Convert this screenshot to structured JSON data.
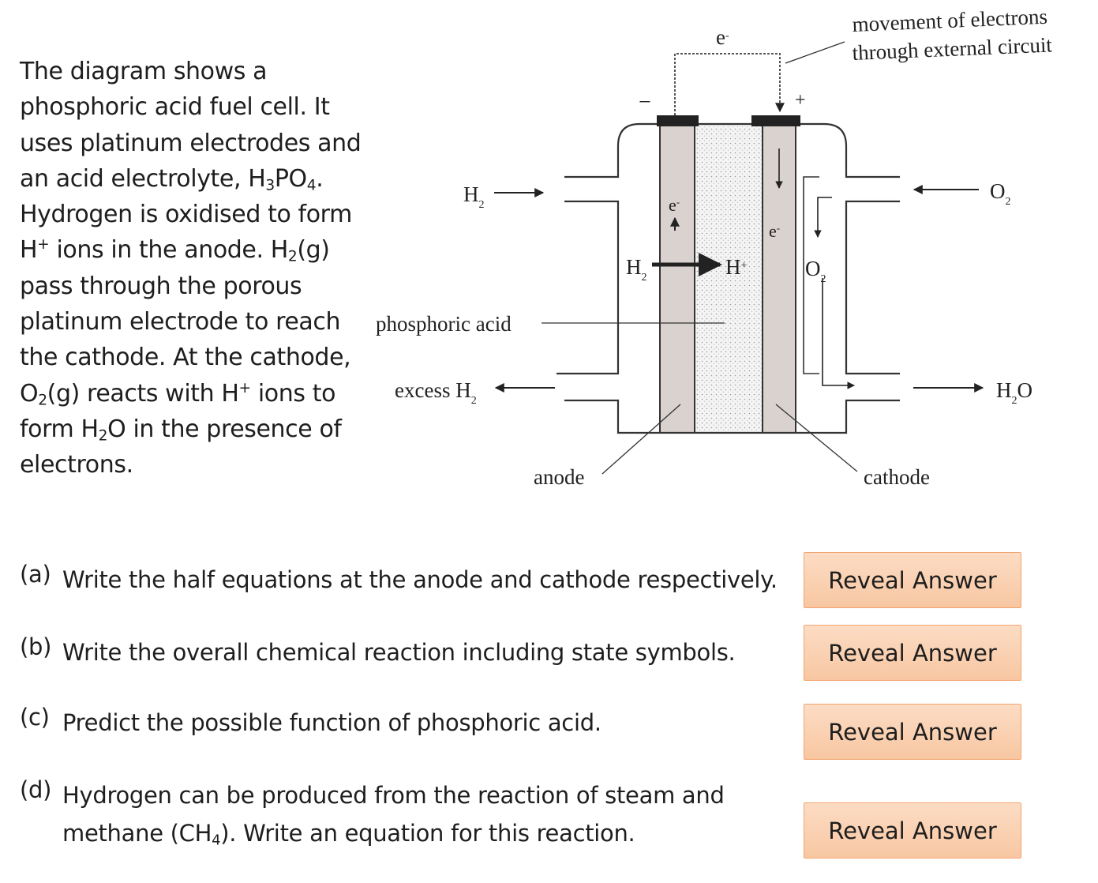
{
  "intro": {
    "lines": [
      "The diagram shows a",
      "phosphoric acid fuel cell. It",
      "uses platinum electrodes and",
      "an acid electrolyte, H<sub>3</sub>PO<sub>4</sub>.",
      "Hydrogen is oxidised to form",
      "H<sup>+</sup> ions in the anode. H<sub>2</sub>(g)",
      "pass through the porous",
      "platinum electrode to reach",
      "the cathode. At the cathode,",
      "O<sub>2</sub>(g) reacts with H<sup>+</sup> ions to",
      "form H<sub>2</sub>O in the presence of",
      "electrons."
    ]
  },
  "diagram": {
    "electron_top": "e<tspan baseline-shift=\"super\" font-size=\"14\">-</tspan>",
    "circuit_label_1": "movement of electrons",
    "circuit_label_2": "through external circuit",
    "minus": "−",
    "plus": "+",
    "h2_in": "H<tspan baseline-shift=\"sub\" font-size=\"14\">2</tspan>",
    "o2_in": "O<tspan baseline-shift=\"sub\" font-size=\"14\">2</tspan>",
    "e_anode": "e<tspan baseline-shift=\"super\" font-size=\"13\">-</tspan>",
    "e_cathode": "e<tspan baseline-shift=\"super\" font-size=\"13\">-</tspan>",
    "h2_inner": "H<tspan baseline-shift=\"sub\" font-size=\"14\">2</tspan>",
    "h_plus": "H<tspan baseline-shift=\"super\" font-size=\"14\">+</tspan>",
    "o2_inner": "O<tspan baseline-shift=\"sub\" font-size=\"14\">2</tspan>",
    "phosphoric_acid": "phosphoric acid",
    "excess_h2": "excess H<tspan baseline-shift=\"sub\" font-size=\"14\">2</tspan>",
    "h2o_out": "H<tspan baseline-shift=\"sub\" font-size=\"14\">2</tspan>O",
    "anode": "anode",
    "cathode": "cathode"
  },
  "questions": [
    {
      "label": "(a)",
      "lines": [
        "Write the half equations at the anode and cathode respectively."
      ],
      "button": "Reveal Answer"
    },
    {
      "label": "(b)",
      "lines": [
        "Write the overall chemical reaction including state symbols."
      ],
      "button": "Reveal Answer"
    },
    {
      "label": "(c)",
      "lines": [
        "Predict the possible function of phosphoric acid."
      ],
      "button": "Reveal Answer"
    },
    {
      "label": "(d)",
      "lines": [
        "Hydrogen can be produced from the reaction of steam and",
        "methane (CH<sub>4</sub>). Write an equation for this reaction."
      ],
      "button": "Reveal Answer"
    }
  ]
}
